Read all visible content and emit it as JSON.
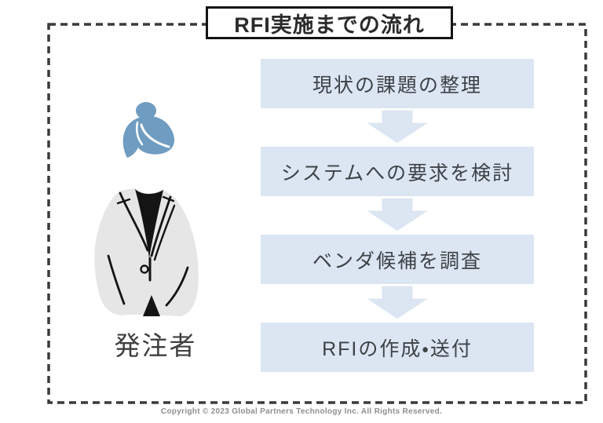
{
  "title": {
    "text": "RFI実施までの流れ"
  },
  "actor": {
    "label": "発注者"
  },
  "flow": {
    "steps": [
      {
        "label": "現状の課題の整理"
      },
      {
        "label": "システムへの要求を検討"
      },
      {
        "label": "ベンダ候補を調査"
      },
      {
        "label": "RFIの作成・送付"
      }
    ]
  },
  "footer": {
    "copyright": "Copyright © 2023 Global Partners Technology Inc. All Rights Reserved."
  },
  "colors": {
    "page-bg": "#ffffff",
    "accent-box-fill": "#dce6f2",
    "arrow-outline": "#ffffff",
    "hair-blue": "#6f9cc1",
    "suit-grey": "#e6e6e6",
    "outline-black": "#141414",
    "title-text": "#2b2b2b",
    "step-text": "#3d4247",
    "actor-text": "#3f3f3f",
    "border-dash": "#3a3a3a",
    "copyright-grey": "#8f8f8f"
  }
}
